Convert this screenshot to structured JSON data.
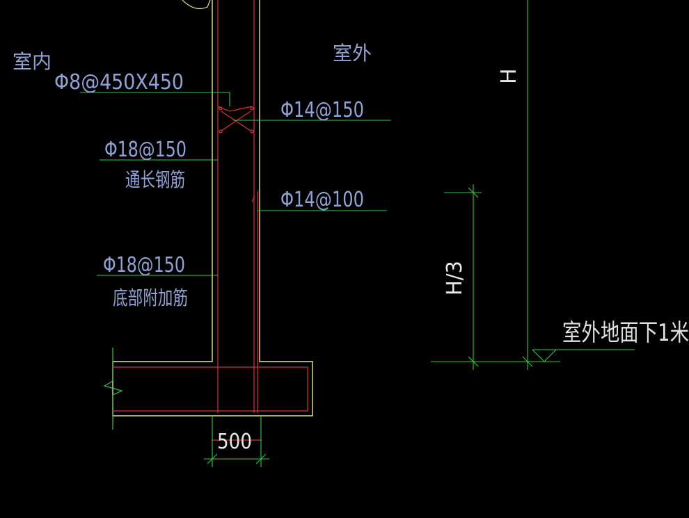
{
  "labels": {
    "indoor": "室内",
    "outdoor": "室外",
    "tie_bar": "Φ8@450X450",
    "outer_top": "Φ14@150",
    "inner_vert": "Φ18@150",
    "inner_vert_note": "通长钢筋",
    "outer_lower": "Φ14@100",
    "inner_bottom": "Φ18@150",
    "inner_bottom_note": "底部附加筋",
    "wall_thickness": "500",
    "height_H": "H",
    "height_H3": "H/3",
    "ground_note": "室外地面下1米"
  },
  "colors": {
    "background": "#000000",
    "concrete_outline": "#e6e68a",
    "rebar": "#e03030",
    "leader": "#2ecc40",
    "text": "#8fa3d6",
    "dim_text": "#e0e0e0"
  }
}
